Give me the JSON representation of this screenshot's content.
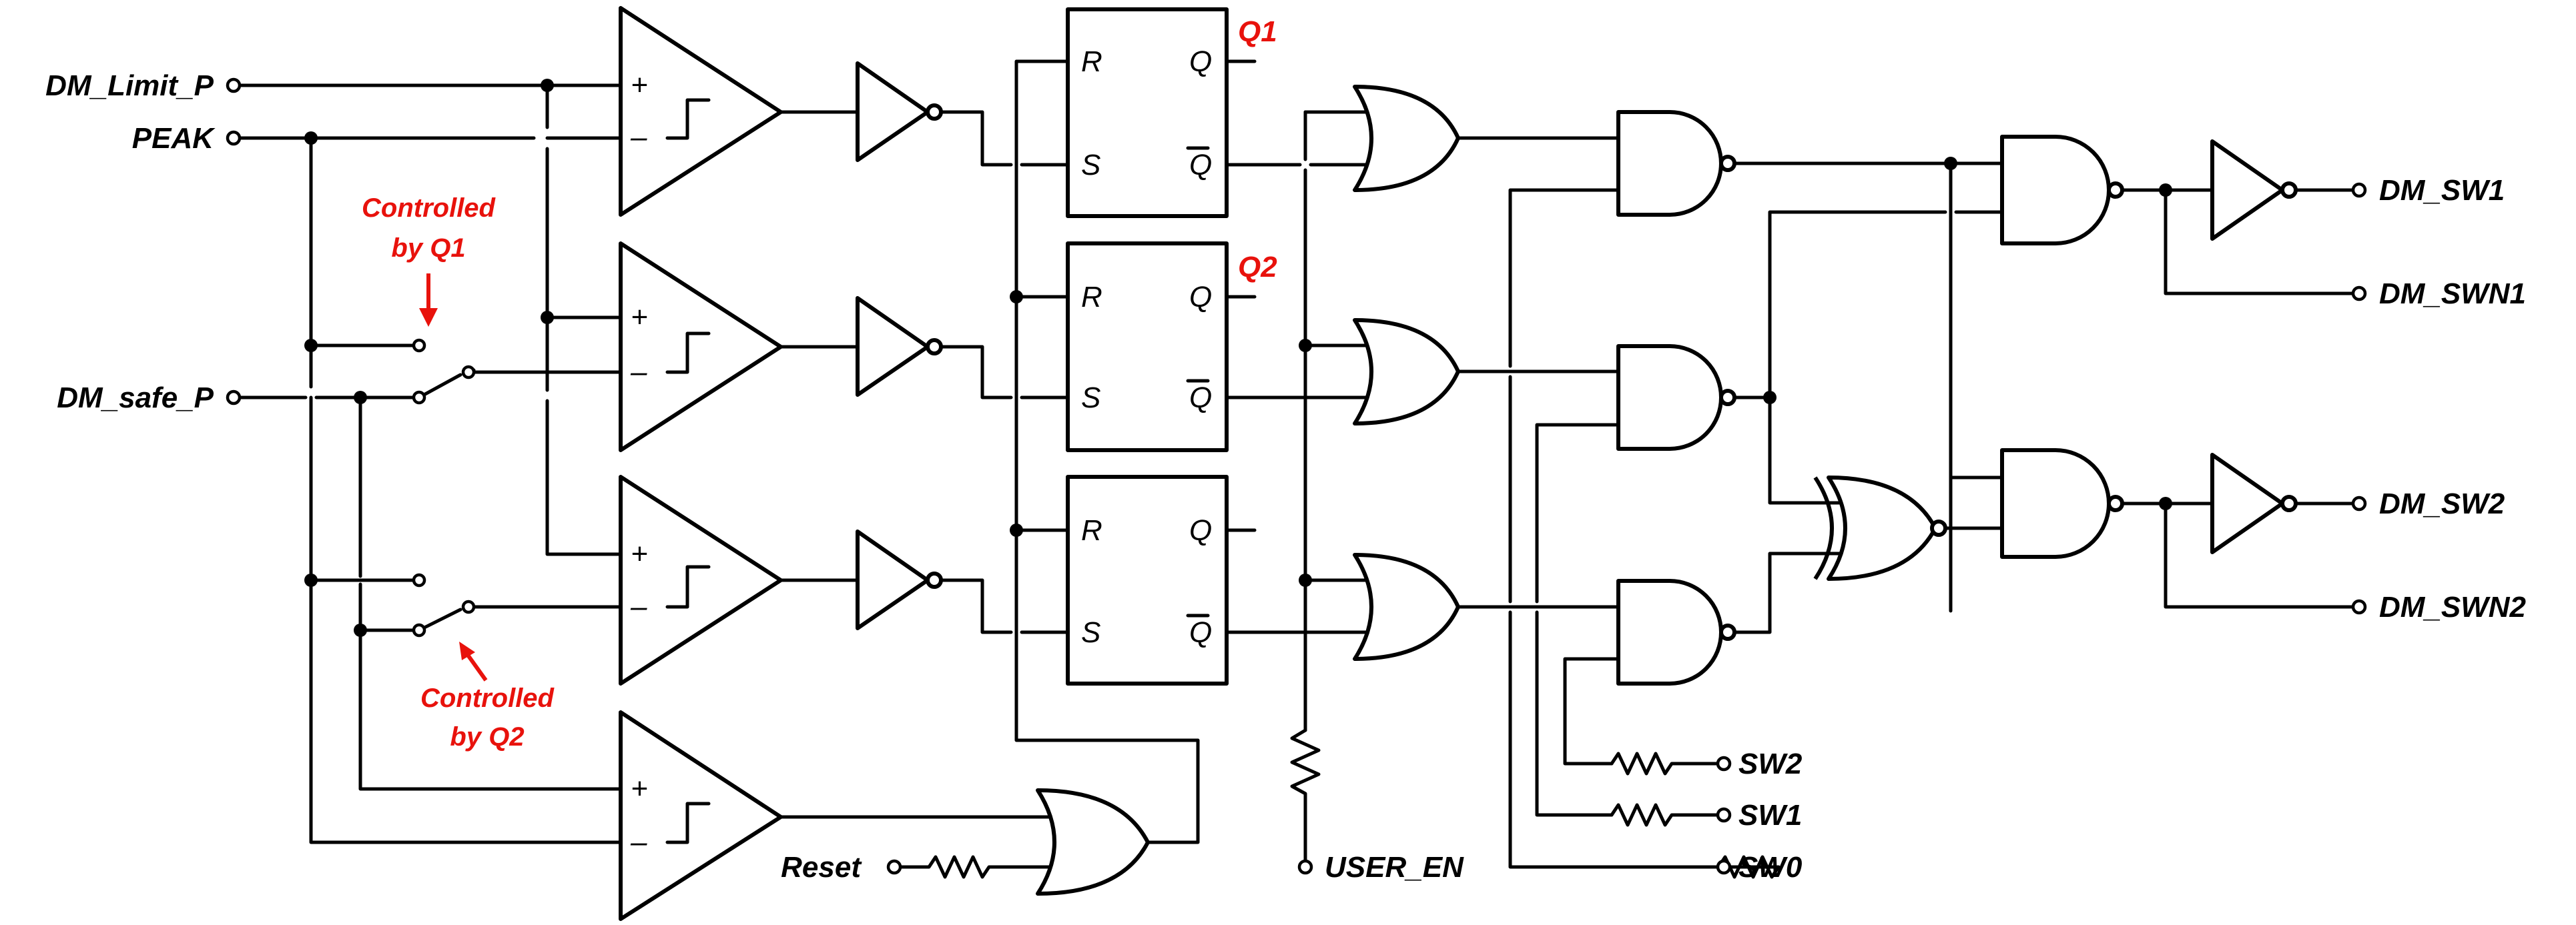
{
  "inputs": {
    "dm_limit_p": "DM_Limit_P",
    "peak": "PEAK",
    "dm_safe_p": "DM_safe_P",
    "reset": "Reset",
    "user_en": "USER_EN",
    "sw2": "SW2",
    "sw1": "SW1",
    "sw0": "SW0"
  },
  "outputs": {
    "dm_sw1": "DM_SW1",
    "dm_swn1": "DM_SWN1",
    "dm_sw2": "DM_SW2",
    "dm_swn2": "DM_SWN2"
  },
  "annotations": {
    "controlled_q1_line1": "Controlled",
    "controlled_q1_line2": "by Q1",
    "controlled_q2_line1": "Controlled",
    "controlled_q2_line2": "by Q2"
  },
  "flipflop_pins": {
    "r": "R",
    "s": "S",
    "q": "Q"
  },
  "comparator_pins": {
    "plus": "+",
    "minus": "–"
  },
  "q_labels": {
    "q1": "Q1",
    "q2": "Q2"
  },
  "colors": {
    "wire": "#000000",
    "annotation": "#e8120c"
  }
}
